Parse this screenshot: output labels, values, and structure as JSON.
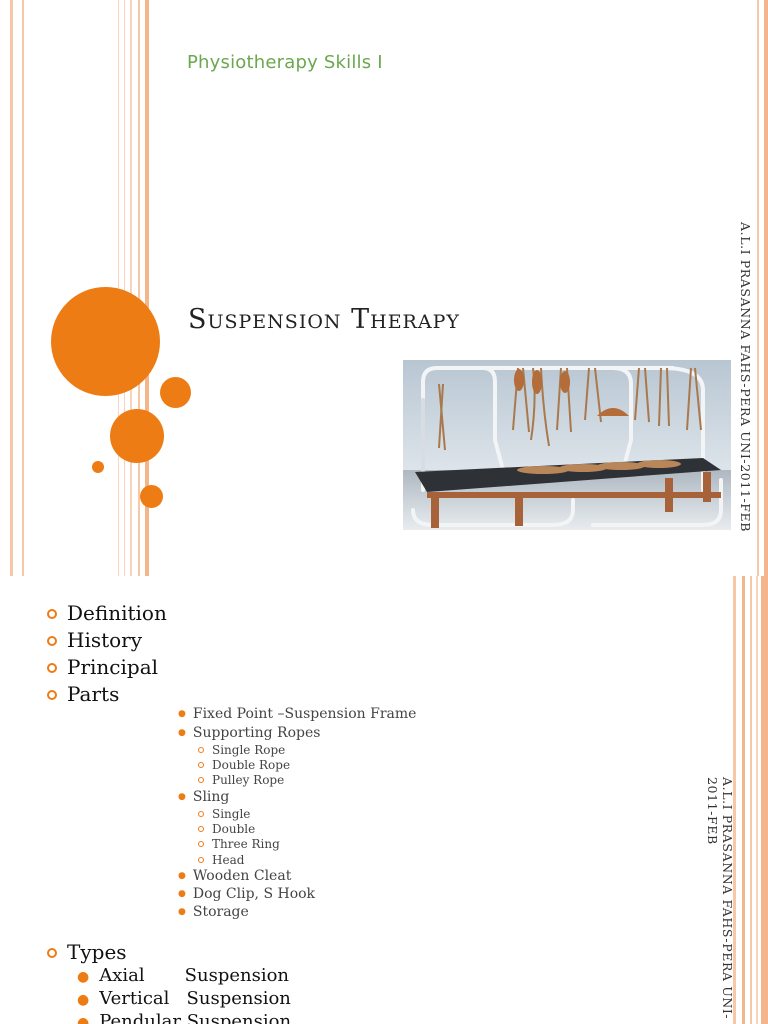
{
  "slide1": {
    "subtitle": "Physiotherapy Skills I",
    "title": "Suspension Therapy",
    "side_text": "A.L.I PRASANNA FAHS-PERA UNI-2011-FEB",
    "image_alt": "Suspension therapy frame with slings and ropes above a treatment couch"
  },
  "slide2": {
    "side_text_line1": "A.L.I PRASANNA FAHS-PERA UNI-",
    "side_text_line2": "2011-FEB",
    "main_items": [
      "Definition",
      "History",
      "Principal",
      "Parts"
    ],
    "parts": {
      "fixed_point": "Fixed Point –Suspension Frame",
      "supporting_ropes": "Supporting Ropes",
      "ropes": [
        "Single Rope",
        "Double Rope",
        "Pulley Rope"
      ],
      "sling": "Sling",
      "slings": [
        "Single",
        "Double",
        "Three Ring",
        "Head"
      ],
      "wooden_cleat": "Wooden Cleat",
      "dog_clip": "Dog Clip, S Hook",
      "storage": "Storage"
    },
    "types_label": "Types",
    "types": [
      "Axial       Suspension",
      "Vertical   Suspension",
      "Pendular Suspension"
    ]
  },
  "colors": {
    "accent": "#ee7c14",
    "subtitle": "#6aa84f",
    "line": "#f6b894"
  }
}
